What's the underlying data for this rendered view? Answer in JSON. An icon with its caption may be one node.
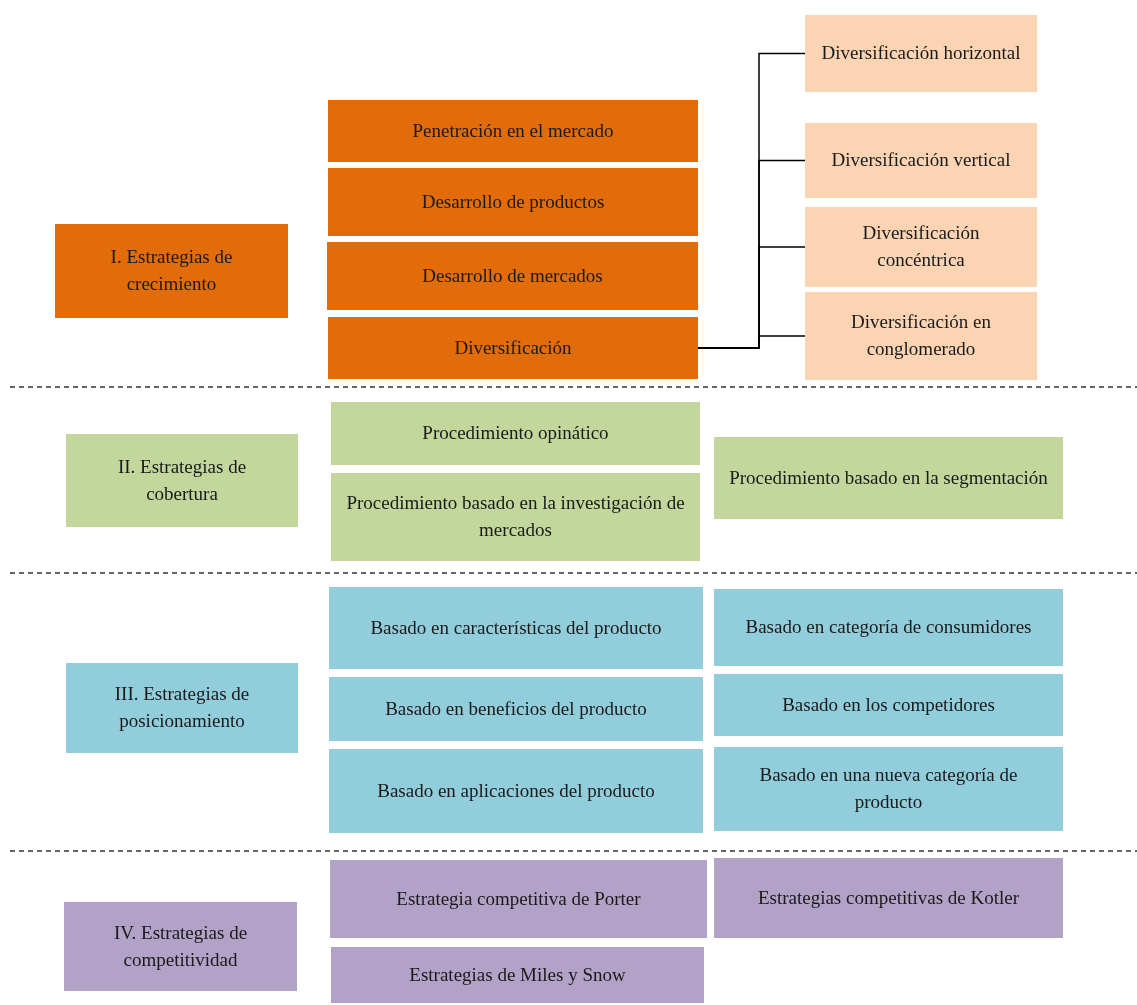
{
  "diagram": {
    "nodes": [
      {
        "text": [
          "I. Estrategias de crecimiento"
        ]
      },
      {
        "text": [
          "Penetración en el mercado"
        ]
      },
      {
        "text": [
          "Desarrollo de productos"
        ]
      },
      {
        "text": [
          "Desarrollo de mercados"
        ]
      },
      {
        "text": [
          "Diversificación"
        ]
      },
      {
        "text": [
          "Diversificación horizontal"
        ]
      },
      {
        "text": [
          "Diversificación vertical"
        ]
      },
      {
        "text": [
          "Diversificación concéntrica"
        ]
      },
      {
        "text": [
          "Diversificación en conglomerado"
        ]
      },
      {
        "text": [
          "II. Estrategias de cobertura"
        ]
      },
      {
        "text": [
          "Procedimiento opinático"
        ]
      },
      {
        "text": [
          "Procedimiento basado en la investigación de mercados"
        ]
      },
      {
        "text": [
          "Procedimiento basado en la segmentación"
        ]
      },
      {
        "text": [
          "III. Estrategias de posicionamiento"
        ]
      },
      {
        "text": [
          "Basado en características del producto"
        ]
      },
      {
        "text": [
          "Basado en beneficios del producto"
        ]
      },
      {
        "text": [
          "Basado en aplicaciones del producto"
        ]
      },
      {
        "text": [
          "Basado en categoría de consumidores"
        ]
      },
      {
        "text": [
          "Basado en los competidores"
        ]
      },
      {
        "text": [
          "Basado en una nueva categoría de producto"
        ]
      },
      {
        "text": [
          "IV. Estrategias de competitividad"
        ]
      },
      {
        "text": [
          "Estrategia competitiva de Porter"
        ]
      },
      {
        "text": [
          "Estrategias de Miles y Snow"
        ]
      },
      {
        "text": [
          "Estrategias competitivas de Kotler"
        ]
      }
    ],
    "edges": [
      {
        "from": 4,
        "to": 5,
        "arrow": "none"
      },
      {
        "from": 4,
        "to": 6,
        "arrow": "none"
      },
      {
        "from": 4,
        "to": 7,
        "arrow": "none"
      },
      {
        "from": 4,
        "to": 8,
        "arrow": "none"
      }
    ]
  }
}
